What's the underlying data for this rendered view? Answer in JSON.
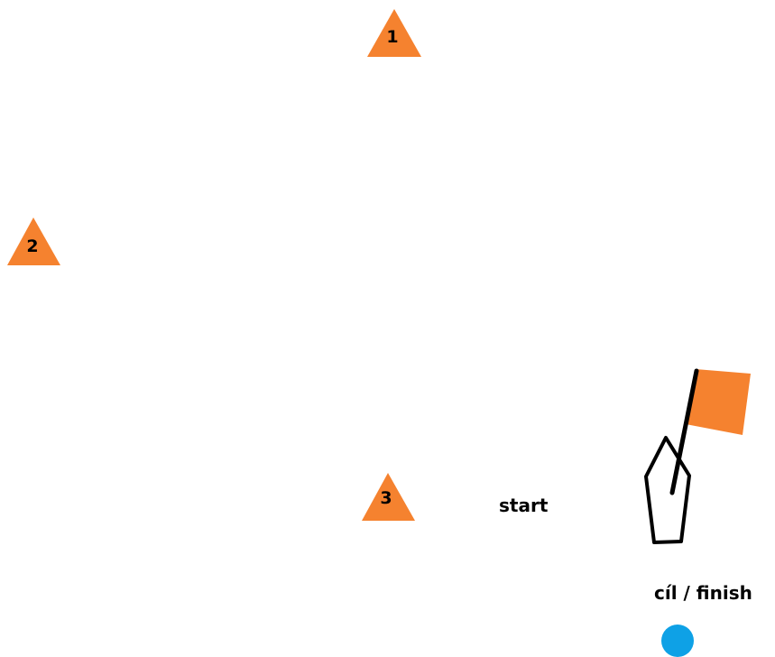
{
  "colors": {
    "buoy": "#f5822f",
    "flag": "#f5822f",
    "finish_mark": "#0ea1e6",
    "outline": "#000000",
    "background": "#ffffff"
  },
  "marks": [
    {
      "label": "1",
      "icon": "triangle-buoy-icon"
    },
    {
      "label": "2",
      "icon": "triangle-buoy-icon"
    },
    {
      "label": "3",
      "icon": "triangle-buoy-icon"
    }
  ],
  "start": {
    "label": "start",
    "boat_icon": "boat-icon",
    "flag_icon": "flag-icon"
  },
  "finish": {
    "label": "cíl / finish",
    "icon": "finish-circle-icon"
  }
}
